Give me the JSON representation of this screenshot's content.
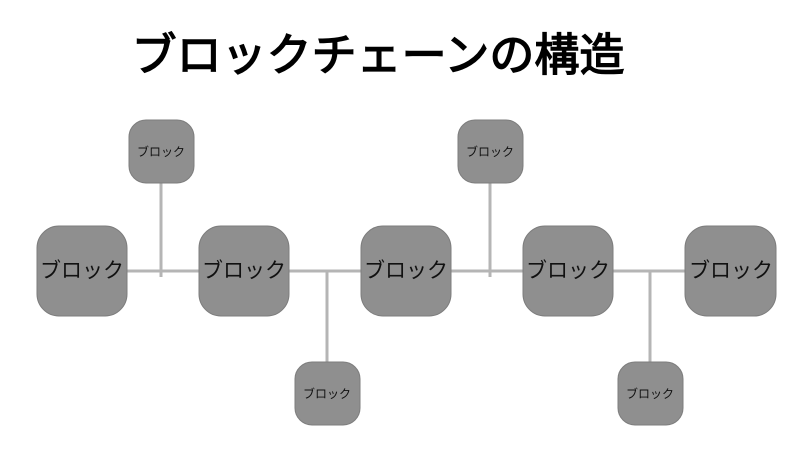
{
  "title": "ブロックチェーンの構造",
  "colors": {
    "background": "#ffffff",
    "block_fill": "#8f8f8f",
    "block_border": "#7d7d7d",
    "connector_line": "#b5b5b5",
    "title_text": "#000000",
    "block_text": "#111111"
  },
  "diagram": {
    "main_blocks": [
      {
        "label": "ブロック"
      },
      {
        "label": "ブロック"
      },
      {
        "label": "ブロック"
      },
      {
        "label": "ブロック"
      },
      {
        "label": "ブロック"
      }
    ],
    "side_blocks": [
      {
        "label": "ブロック",
        "position": "top"
      },
      {
        "label": "ブロック",
        "position": "bottom"
      },
      {
        "label": "ブロック",
        "position": "top"
      },
      {
        "label": "ブロック",
        "position": "bottom"
      }
    ]
  }
}
